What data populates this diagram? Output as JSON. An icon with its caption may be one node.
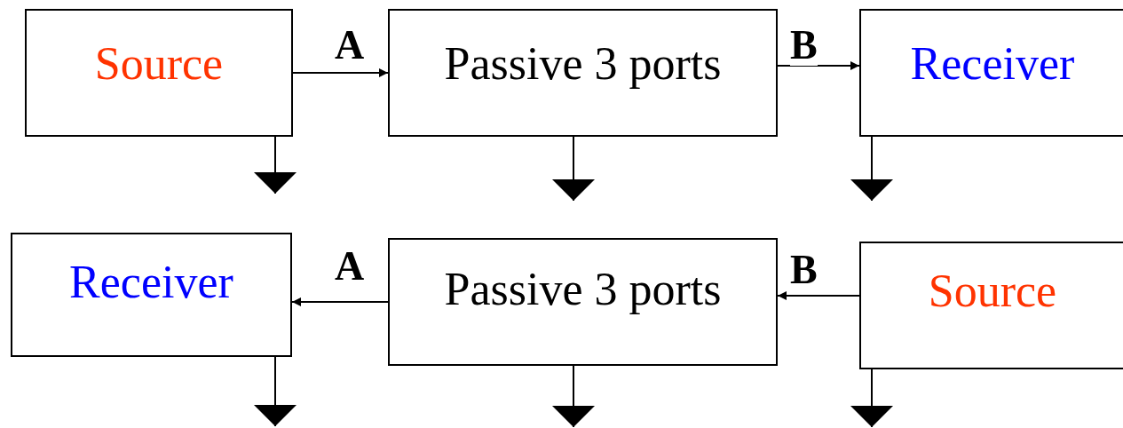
{
  "diagram": {
    "nodes": [
      {
        "text": [
          "Source"
        ]
      },
      {
        "text": [
          "Passive 3 ports"
        ]
      },
      {
        "text": [
          "Receiver"
        ]
      },
      {
        "text": [
          "Receiver"
        ]
      },
      {
        "text": [
          "Passive 3 ports"
        ]
      },
      {
        "text": [
          "Source"
        ]
      }
    ],
    "edges": [
      {
        "from": 0,
        "to": 1,
        "arrow": "to",
        "label": "A"
      },
      {
        "from": 1,
        "to": 2,
        "arrow": "to",
        "label": "B"
      },
      {
        "from": 4,
        "to": 3,
        "arrow": "to",
        "label": "A"
      },
      {
        "from": 5,
        "to": 4,
        "arrow": "to",
        "label": "B"
      },
      {
        "from": 0,
        "to": null,
        "arrow": "to"
      },
      {
        "from": 1,
        "to": null,
        "arrow": "to"
      },
      {
        "from": 2,
        "to": null,
        "arrow": "to"
      },
      {
        "from": 3,
        "to": null,
        "arrow": "to"
      },
      {
        "from": 4,
        "to": null,
        "arrow": "to"
      },
      {
        "from": 5,
        "to": null,
        "arrow": "to"
      }
    ]
  }
}
